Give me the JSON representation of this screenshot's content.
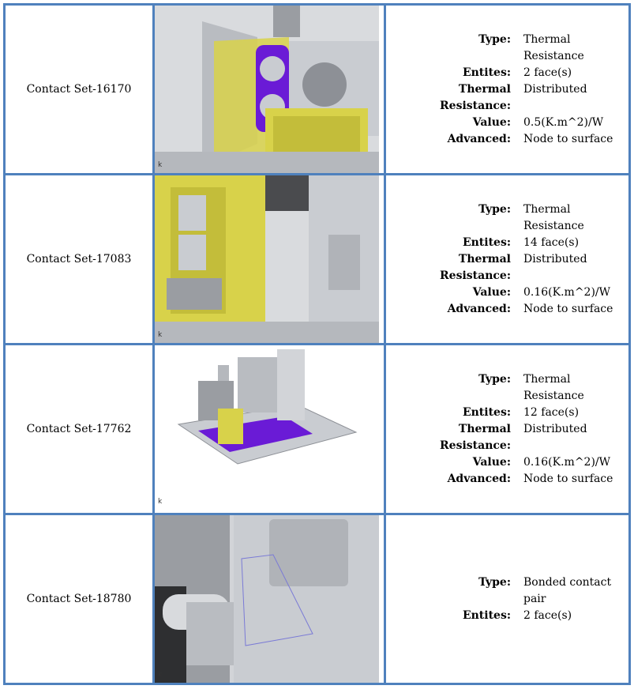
{
  "rows": [
    {
      "name": "Contact Set-16170",
      "props": [
        {
          "key": "Type:",
          "value": "Thermal Resistance"
        },
        {
          "key": "Entites:",
          "value": "2 face(s)"
        },
        {
          "key": "Thermal Resistance:",
          "value": "Distributed"
        },
        {
          "key": "Value:",
          "value": "0.5(K.m^2)/W"
        },
        {
          "key": "Advanced:",
          "value": "Node to surface"
        }
      ]
    },
    {
      "name": "Contact Set-17083",
      "props": [
        {
          "key": "Type:",
          "value": "Thermal Resistance"
        },
        {
          "key": "Entites:",
          "value": "14 face(s)"
        },
        {
          "key": "Thermal Resistance:",
          "value": "Distributed"
        },
        {
          "key": "Value:",
          "value": "0.16(K.m^2)/W"
        },
        {
          "key": "Advanced:",
          "value": "Node to surface"
        }
      ]
    },
    {
      "name": "Contact Set-17762",
      "props": [
        {
          "key": "Type:",
          "value": "Thermal Resistance"
        },
        {
          "key": "Entites:",
          "value": "12 face(s)"
        },
        {
          "key": "Thermal Resistance:",
          "value": "Distributed"
        },
        {
          "key": "Value:",
          "value": "0.16(K.m^2)/W"
        },
        {
          "key": "Advanced:",
          "value": "Node to surface"
        }
      ]
    },
    {
      "name": "Contact Set-18780",
      "props": [
        {
          "key": "Type:",
          "value": "Bonded contact pair"
        },
        {
          "key": "Entites:",
          "value": "2 face(s)"
        }
      ]
    }
  ],
  "colors": {
    "border": "#4f81bd",
    "highlight_yellow": "#d8d24a",
    "highlight_purple": "#6a1bd6",
    "metal_gray": "#c9ccd1"
  }
}
